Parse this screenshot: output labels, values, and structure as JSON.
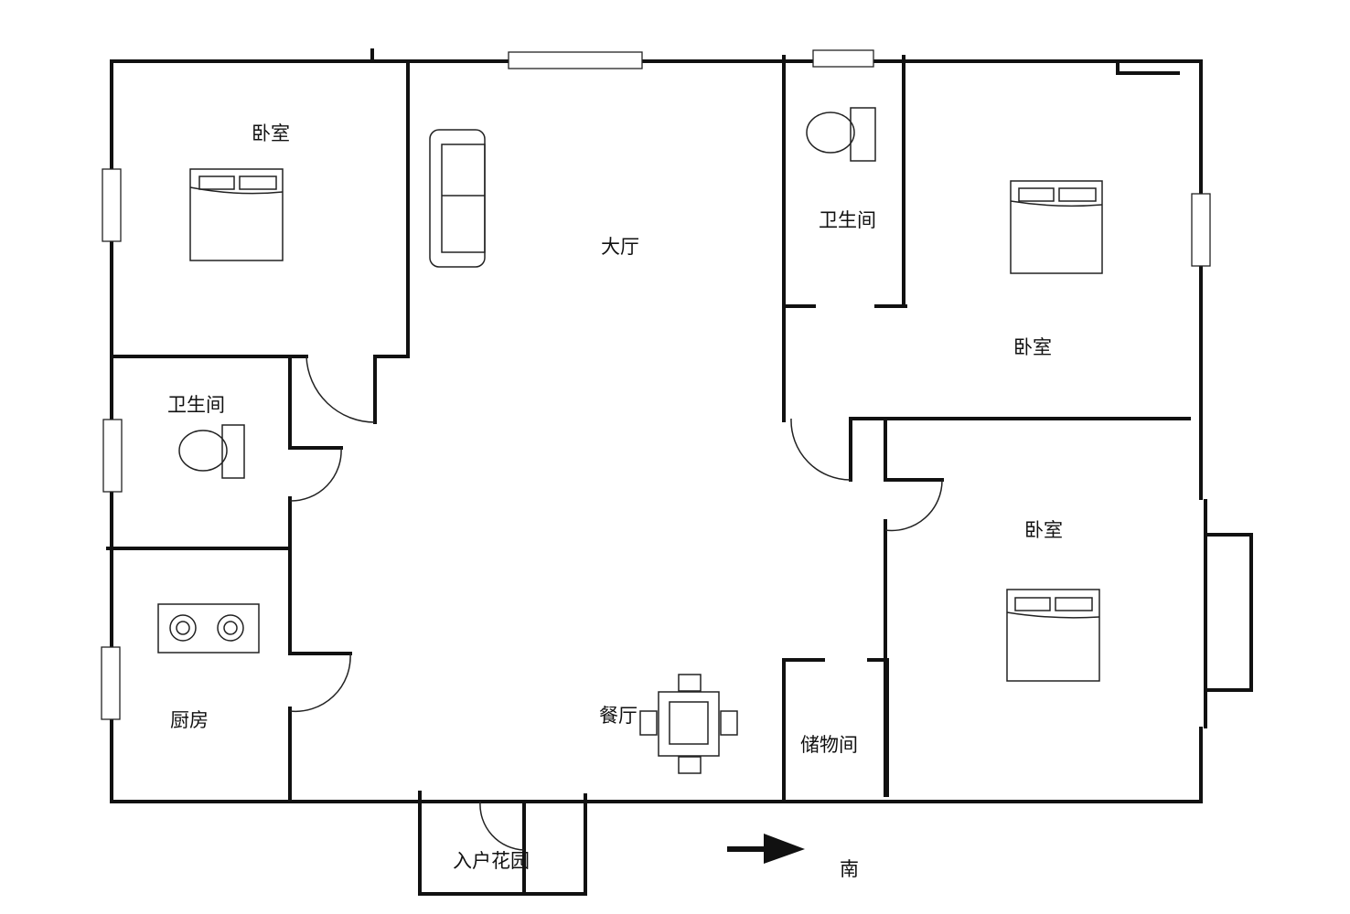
{
  "rooms": {
    "bedroom_top_left": "卧室",
    "living_room": "大厅",
    "bathroom_top": "卫生间",
    "bedroom_top_right": "卧室",
    "bathroom_left": "卫生间",
    "bedroom_bottom_right": "卧室",
    "kitchen": "厨房",
    "dining_room": "餐厅",
    "storage": "储物间",
    "entry_garden": "入户花园"
  },
  "compass": {
    "direction": "南"
  },
  "colors": {
    "wall": "#111111",
    "background": "#ffffff"
  }
}
